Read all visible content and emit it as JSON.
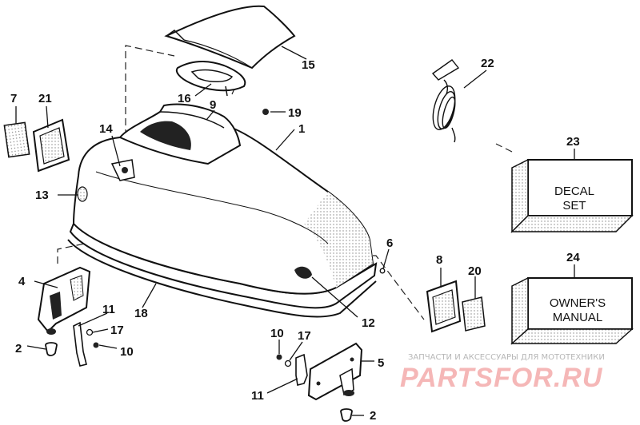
{
  "labels": {
    "p1": "1",
    "p2a": "2",
    "p2b": "2",
    "p4": "4",
    "p5": "5",
    "p6": "6",
    "p7": "7",
    "p8": "8",
    "p9": "9",
    "p10a": "10",
    "p10b": "10",
    "p11a": "11",
    "p11b": "11",
    "p12": "12",
    "p13": "13",
    "p14": "14",
    "p15": "15",
    "p16": "16",
    "p17a": "17",
    "p17b": "17",
    "p18": "18",
    "p19": "19",
    "p20": "20",
    "p21": "21",
    "p22": "22",
    "p23": "23",
    "p24": "24"
  },
  "decal_box": {
    "line1": "DECAL",
    "line2": "SET"
  },
  "manual_box": {
    "line1": "OWNER'S",
    "line2": "MANUAL"
  },
  "watermark": {
    "caption": "ЗАПЧАСТИ И АКСЕССУАРЫ ДЛЯ МОТОТЕХНИКИ",
    "brand": "PARTSFOR.RU",
    "color": "#f5b7b7"
  }
}
